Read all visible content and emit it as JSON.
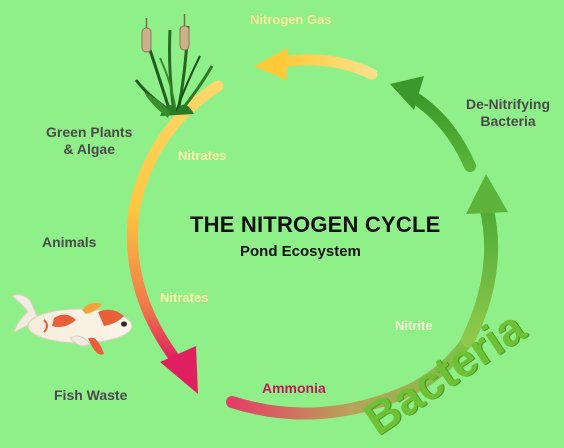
{
  "title": "THE NITROGEN CYCLE",
  "subtitle": "Pond Ecosystem",
  "labels": {
    "green_plants": "Green Plants\n& Algae",
    "animals": "Animals",
    "fish_waste": "Fish Waste",
    "denitrifying": "De-Nitrifying\nBacteria",
    "nitrogen_gas": "Nitrogen Gas",
    "nitrates_top": "Nitrates",
    "nitrates_mid": "Nitrates",
    "ammonia": "Ammonia",
    "nitrite": "Nitrite",
    "bacteria": "Bacteria"
  },
  "colors": {
    "background": "#8ff08a",
    "arrow_yellow": "#ffd24d",
    "arrow_orange": "#f7a84a",
    "arrow_pink": "#e0245f",
    "arrow_green_dark": "#3f9f2c",
    "arrow_green_light": "#8fd04c"
  },
  "icons": {
    "plant": "cattail-reed-plant-icon",
    "fish": "koi-fish-icon"
  }
}
